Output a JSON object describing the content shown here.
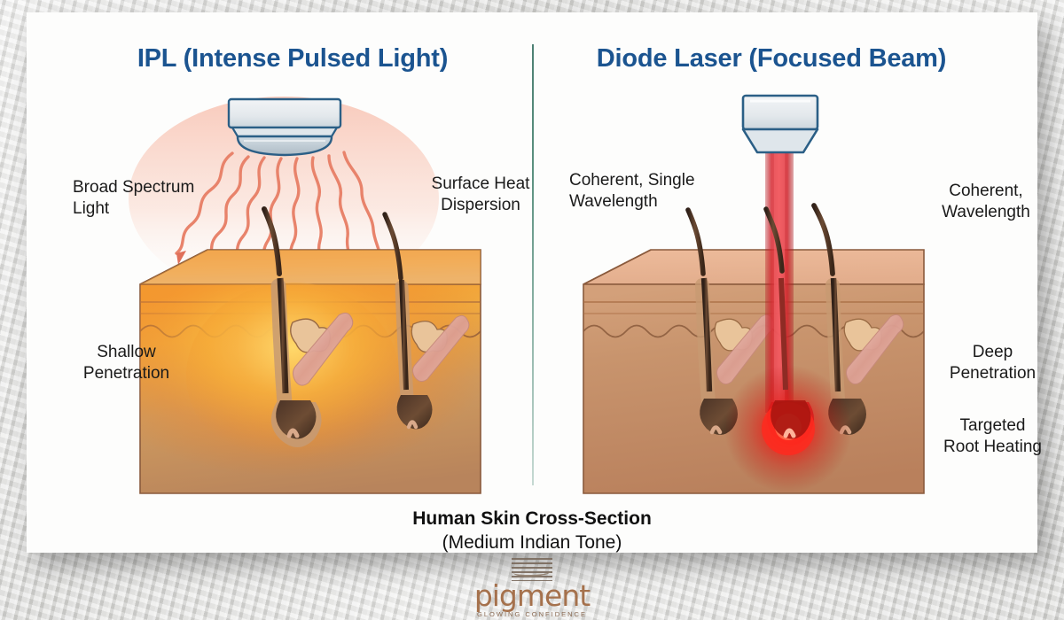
{
  "background": {
    "kind": "crumpled-paper",
    "color": "#d9d9d6"
  },
  "card": {
    "bg": "#fdfdfc"
  },
  "colors": {
    "title_blue": "#1b5490",
    "label_black": "#1a1a1a",
    "divider_green": "#3f7e6a",
    "skin_top": "#e8b896",
    "skin_front": "#c08d6a",
    "skin_dermis": "#b6825f",
    "ipl_ray": "#e8836b",
    "heat_orange": "#f79a2a",
    "heat_yellow": "#f6c944",
    "laser_red": "#c0141c",
    "hair_dark": "#4a3226",
    "muscle_pink": "#e0a398",
    "logo_brown": "#a5714c"
  },
  "panels": [
    {
      "id": "ipl",
      "title": "IPL (Intense Pulsed Light)",
      "device": "ipl-handpiece",
      "labels": [
        {
          "name": "broad-spectrum-light",
          "text": "Broad Spectrum\nLight"
        },
        {
          "name": "surface-heat-dispersion",
          "text": "Surface Heat\nDispersion"
        },
        {
          "name": "shallow-penetration",
          "text": "Shallow\nPenetration"
        }
      ]
    },
    {
      "id": "diode",
      "title": "Diode Laser (Focused Beam)",
      "device": "diode-handpiece",
      "labels": [
        {
          "name": "coherent-single-wavelength",
          "text": "Coherent, Single\nWavelength"
        },
        {
          "name": "coherent-wavelength",
          "text": "Coherent,\nWavelength"
        },
        {
          "name": "deep-penetration",
          "text": "Deep\nPenetration"
        },
        {
          "name": "targeted-root-heating",
          "text": "Targeted\nRoot Heating"
        }
      ]
    }
  ],
  "caption": {
    "line1": "Human Skin Cross-Section",
    "line2": "(Medium Indian Tone)"
  },
  "logo": {
    "wordmark": "pigment",
    "tagline": "GLOWING CONFIDENCE"
  }
}
